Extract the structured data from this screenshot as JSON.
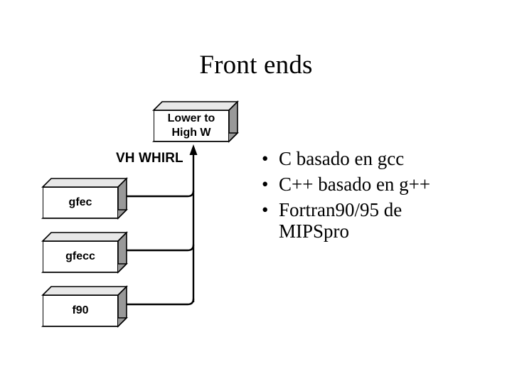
{
  "slide": {
    "title": "Front ends",
    "background_color": "#ffffff",
    "text_color": "#000000"
  },
  "diagram": {
    "box_fill_color": "#ffffff",
    "box_shade_color": "#999999",
    "box_outline_color": "#000000",
    "connector_color": "#000000",
    "boxes": [
      {
        "id": "lower-to-high-w",
        "label": "Lower to\nHigh W"
      },
      {
        "id": "gfec",
        "label": "gfec"
      },
      {
        "id": "gfecc",
        "label": "gfecc"
      },
      {
        "id": "f90",
        "label": "f90"
      }
    ],
    "edge_label": "VH WHIRL"
  },
  "bullets": [
    {
      "marker": "•",
      "text": "C basado en gcc"
    },
    {
      "marker": "•",
      "text": "C++ basado en g++"
    },
    {
      "marker": "•",
      "text": "Fortran90/95 de\nMIPSpro"
    }
  ]
}
